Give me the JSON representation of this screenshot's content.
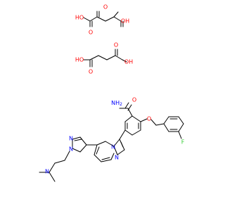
{
  "structure": {
    "colors": {
      "carbon_bond": "#000000",
      "oxygen": "#ff0000",
      "nitrogen": "#0000ff",
      "fluorine": "#33cc33"
    },
    "labels": {
      "ho_1": "HO",
      "oh_1": "OH",
      "o_1a": "O",
      "o_1b": "O",
      "ho_2": "HO",
      "oh_2": "OH",
      "o_2a": "O",
      "o_2b": "O",
      "nh2": "NH",
      "nh2_sub": "2",
      "o_amide": "O",
      "o_ether": "O",
      "f": "F",
      "n_imid_ring": "N",
      "n_imid_bridge": "N",
      "n_pyr_1": "N",
      "n_pyr_2": "N",
      "n_amine": "N"
    }
  }
}
